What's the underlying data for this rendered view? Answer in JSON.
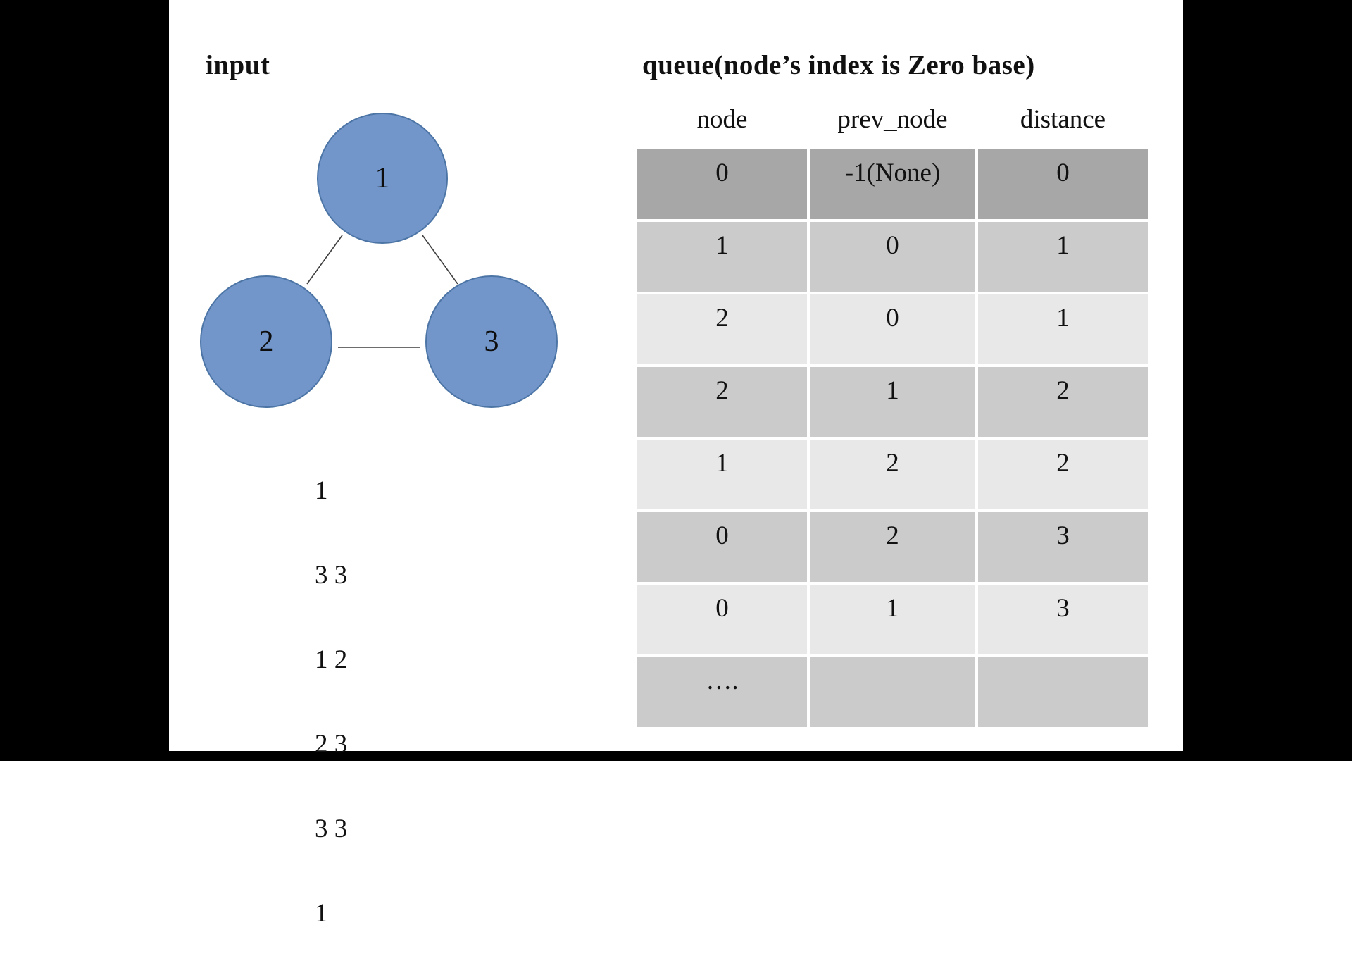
{
  "titles": {
    "input": "input",
    "queue": "queue(node’s index is Zero base)"
  },
  "graph": {
    "node_fill": "#7296ca",
    "node_border": "#4c75a6",
    "nodes": [
      {
        "label": "1"
      },
      {
        "label": "2"
      },
      {
        "label": "3"
      }
    ],
    "edges": [
      "1-2",
      "1-3",
      "2-3"
    ]
  },
  "input_lines": [
    "1",
    "3 3",
    "1 2",
    "2 3",
    "3 3",
    "1"
  ],
  "table": {
    "columns": [
      "node",
      "prev_node",
      "distance"
    ],
    "shade_colors": {
      "dark": "#a7a7a7",
      "medium": "#cbcbcb",
      "light": "#e8e8e8"
    },
    "rows": [
      {
        "node": "0",
        "prev_node": "-1(None)",
        "distance": "0",
        "shade": "dark"
      },
      {
        "node": "1",
        "prev_node": "0",
        "distance": "1",
        "shade": "medium"
      },
      {
        "node": "2",
        "prev_node": "0",
        "distance": "1",
        "shade": "light"
      },
      {
        "node": "2",
        "prev_node": "1",
        "distance": "2",
        "shade": "medium"
      },
      {
        "node": "1",
        "prev_node": "2",
        "distance": "2",
        "shade": "light"
      },
      {
        "node": "0",
        "prev_node": "2",
        "distance": "3",
        "shade": "medium"
      },
      {
        "node": "0",
        "prev_node": "1",
        "distance": "3",
        "shade": "light"
      },
      {
        "node": "….",
        "prev_node": "",
        "distance": "",
        "shade": "medium"
      }
    ]
  }
}
